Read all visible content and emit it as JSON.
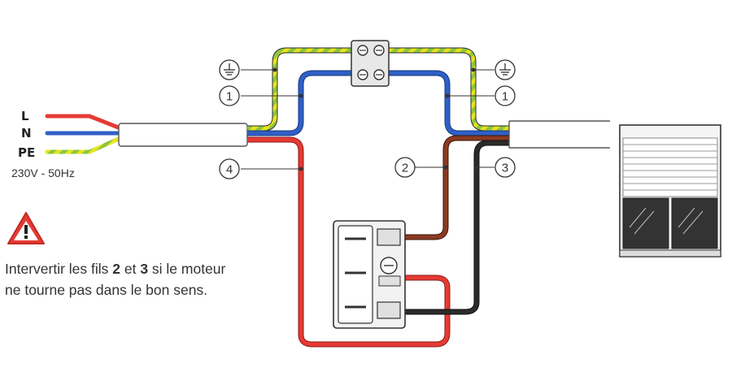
{
  "colors": {
    "phase": "#e53a33",
    "neutral": "#2f5fc7",
    "earth_green": "#8cc63f",
    "earth_yellow": "#e8e31c",
    "brown": "#8b3a22",
    "black": "#2b2b2b",
    "warning": "#e53a33"
  },
  "supply": {
    "labels": [
      "L",
      "N",
      "PE"
    ],
    "voltage": "230V - 50Hz"
  },
  "markers": {
    "m1_left": "1",
    "m1_right": "1",
    "m2": "2",
    "m3": "3",
    "m4": "4",
    "earth_left": "earth-symbol-icon",
    "earth_right": "earth-symbol-icon"
  },
  "note": {
    "part1": "Intervertir les fils ",
    "num2": "2",
    "part2": " et ",
    "num3": "3",
    "part3": " si le moteur",
    "line2": "ne tourne pas dans le bon sens."
  },
  "icons": {
    "warning": "warning-triangle-icon",
    "shutter": "roller-shutter-icon",
    "junction": "junction-box-icon",
    "switch": "shutter-switch-icon"
  }
}
